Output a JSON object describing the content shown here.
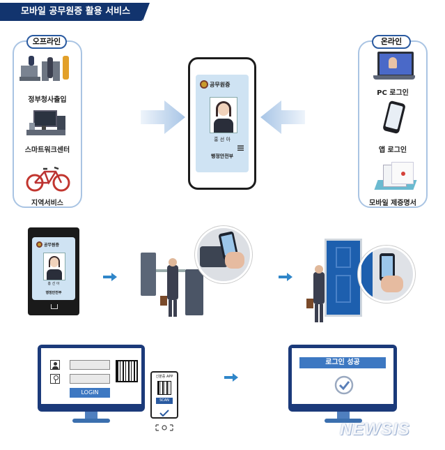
{
  "header": {
    "title": "모바일 공무원증 활용 서비스"
  },
  "offline": {
    "label": "오프라인",
    "items": [
      {
        "caption": "정부청사출입",
        "icon": "office-lobby-icon"
      },
      {
        "caption": "스마트워크센터",
        "icon": "workstation-icon"
      },
      {
        "caption": "지역서비스",
        "icon": "bicycle-icon"
      }
    ]
  },
  "online": {
    "label": "온라인",
    "items": [
      {
        "caption": "PC 로그인",
        "icon": "laptop-icon"
      },
      {
        "caption": "앱 로그인",
        "icon": "smartphone-icon"
      },
      {
        "caption": "모바일 제증명서",
        "icon": "certificate-icon"
      }
    ]
  },
  "center_phone": {
    "card_title": "공무원증",
    "name": "홍 선 아",
    "org": "행정안전부"
  },
  "left_phone": {
    "card_title": "공무원증",
    "name": "홍 선 아",
    "org": "행정안전부"
  },
  "login_flow": {
    "login_button": "LOGIN",
    "app_label": "신분증 APP",
    "scan_label": "SCAN",
    "success_text": "로그인 성공"
  },
  "watermark": "NEWSIS",
  "colors": {
    "brand": "#12346e",
    "accent": "#3d78c2",
    "panel_border": "#a9c4e3"
  }
}
